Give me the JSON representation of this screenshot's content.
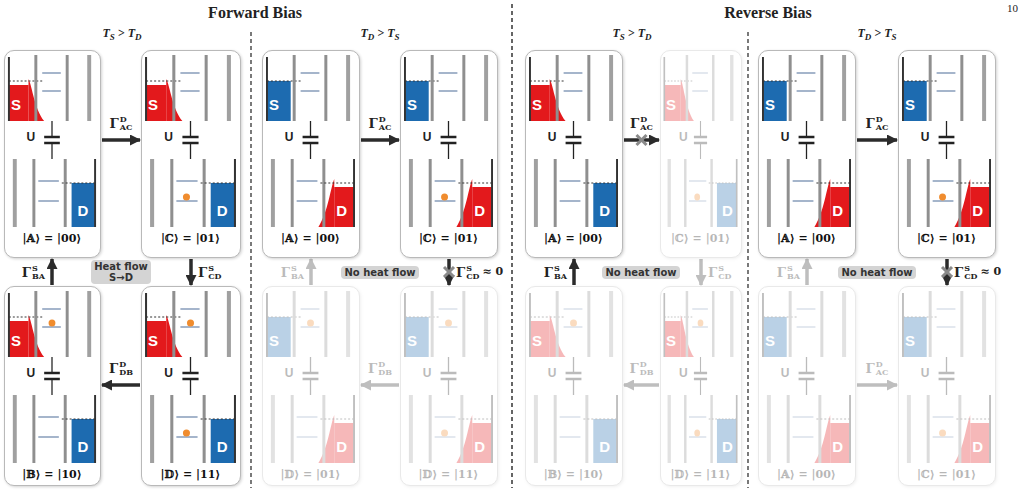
{
  "diagram": {
    "nodes": [
      {
        "text": [
          "S",
          "U",
          "D",
          "|𝔸⟩ = |00⟩"
        ]
      },
      {
        "text": [
          "S",
          "U",
          "D",
          "|ℂ⟩ = |01⟩"
        ]
      },
      {
        "text": [
          "S",
          "U",
          "D",
          "|𝔸⟩ = |00⟩"
        ]
      },
      {
        "text": [
          "S",
          "U",
          "D",
          "|ℂ⟩ = |01⟩"
        ]
      },
      {
        "text": [
          "S",
          "U",
          "D",
          "|𝔸⟩ = |00⟩"
        ]
      },
      {
        "text": [
          "S",
          "U",
          "D",
          "|ℂ⟩ = |01⟩"
        ]
      },
      {
        "text": [
          "S",
          "U",
          "D",
          "|𝔸⟩ = |00⟩"
        ]
      },
      {
        "text": [
          "S",
          "U",
          "D",
          "|ℂ⟩ = |01⟩"
        ]
      },
      {
        "text": [
          "Heat flow S→D"
        ]
      },
      {
        "text": [
          "No heat flow"
        ]
      },
      {
        "text": [
          "No heat flow"
        ]
      },
      {
        "text": [
          "No heat flow"
        ]
      },
      {
        "text": [
          "S",
          "U",
          "D",
          "|𝔹⟩ = |10⟩"
        ]
      },
      {
        "text": [
          "S",
          "U",
          "D",
          "|𝔻⟩ = |11⟩"
        ]
      },
      {
        "text": [
          "S",
          "U",
          "D",
          "|𝔻⟩ = |01⟩"
        ]
      },
      {
        "text": [
          "S",
          "U",
          "D",
          "|𝔻⟩ = |11⟩"
        ]
      },
      {
        "text": [
          "S",
          "U",
          "D",
          "|𝔹⟩ = |10⟩"
        ]
      },
      {
        "text": [
          "S",
          "U",
          "D",
          "|𝔻⟩ = |11⟩"
        ]
      },
      {
        "text": [
          "S",
          "U",
          "D",
          "|𝔸⟩ = |00⟩"
        ]
      },
      {
        "text": [
          "S",
          "U",
          "D",
          "|ℂ⟩ = |01⟩"
        ]
      }
    ],
    "edges": [
      {
        "from": 0,
        "to": 1,
        "label": "ΓDAC",
        "arrow": "to"
      },
      {
        "from": 1,
        "to": 13,
        "label": "ΓSCD",
        "arrow": "to"
      },
      {
        "from": 13,
        "to": 12,
        "label": "ΓDDB",
        "arrow": "to"
      },
      {
        "from": 12,
        "to": 0,
        "label": "ΓSBA",
        "arrow": "to"
      },
      {
        "from": 2,
        "to": 3,
        "label": "ΓDAC",
        "arrow": "to"
      },
      {
        "from": 3,
        "to": 15,
        "label": "ΓSCD",
        "arrow": "to"
      },
      {
        "from": 15,
        "to": 14,
        "label": "ΓDDB",
        "arrow": "to"
      },
      {
        "from": 14,
        "to": 2,
        "label": "ΓSBA",
        "arrow": "to"
      },
      {
        "from": 4,
        "to": 5,
        "label": "ΓDAC",
        "arrow": "to"
      },
      {
        "from": 5,
        "to": 17,
        "label": "ΓSCD",
        "arrow": "to"
      },
      {
        "from": 17,
        "to": 16,
        "label": "ΓDDB",
        "arrow": "to"
      },
      {
        "from": 16,
        "to": 4,
        "label": "ΓSBA",
        "arrow": "to"
      },
      {
        "from": 6,
        "to": 7,
        "label": "ΓDAC",
        "arrow": "to"
      },
      {
        "from": 7,
        "to": 19,
        "label": "ΓSCD",
        "arrow": "to"
      },
      {
        "from": 18,
        "to": 6,
        "label": "ΓSBA",
        "arrow": "to"
      },
      {
        "from": 18,
        "to": 19,
        "label": "ΓDAC",
        "arrow": "to"
      }
    ],
    "labels": [
      "10",
      "Forward Bias",
      "Reverse Bias",
      "TS > TD",
      "TD > TS",
      "TS > TD",
      "TD > TS",
      "≈ 0",
      "≈ 0"
    ]
  }
}
